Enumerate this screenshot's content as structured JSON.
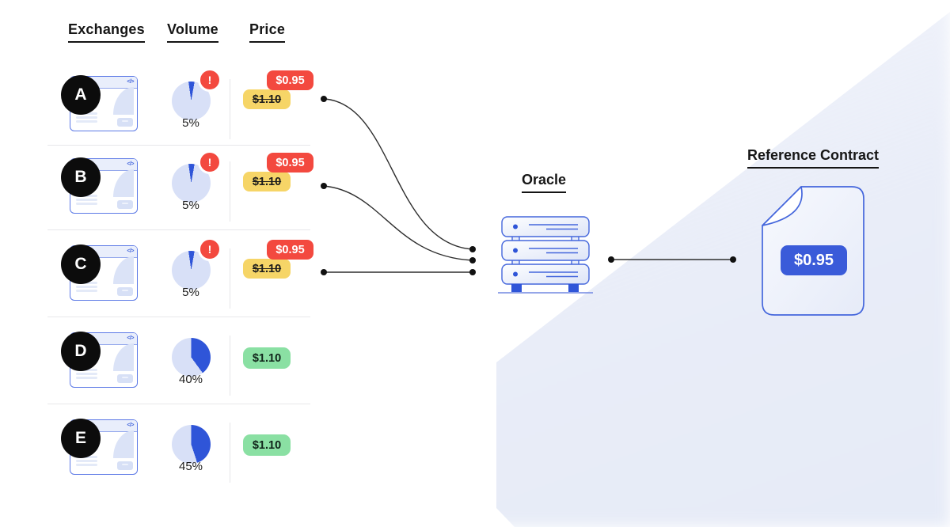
{
  "colors": {
    "pie_dark": "#2f55d8",
    "pie_light": "#d8e0f7",
    "red": "#f3493f",
    "yellow": "#f6d567",
    "green": "#8ae0a3",
    "blue": "#3a5bd9"
  },
  "columns": {
    "exchanges": "Exchanges",
    "volume": "Volume",
    "price": "Price"
  },
  "exchanges": [
    {
      "letter": "A",
      "volume": "5%",
      "pie_pct": 5,
      "pie_from_deg": -8,
      "alert": "!",
      "price_new": "$0.95",
      "price_old": "$1.10"
    },
    {
      "letter": "B",
      "volume": "5%",
      "pie_pct": 5,
      "pie_from_deg": -8,
      "alert": "!",
      "price_new": "$0.95",
      "price_old": "$1.10"
    },
    {
      "letter": "C",
      "volume": "5%",
      "pie_pct": 5,
      "pie_from_deg": -8,
      "alert": "!",
      "price_new": "$0.95",
      "price_old": "$1.10"
    },
    {
      "letter": "D",
      "volume": "40%",
      "pie_pct": 40,
      "pie_from_deg": 0,
      "price": "$1.10"
    },
    {
      "letter": "E",
      "volume": "45%",
      "pie_pct": 45,
      "pie_from_deg": 0,
      "price": "$1.10"
    }
  ],
  "oracle": {
    "label": "Oracle"
  },
  "contract": {
    "label": "Reference Contract",
    "price": "$0.95"
  },
  "browser_icon": {
    "code_glyph": "</>"
  }
}
